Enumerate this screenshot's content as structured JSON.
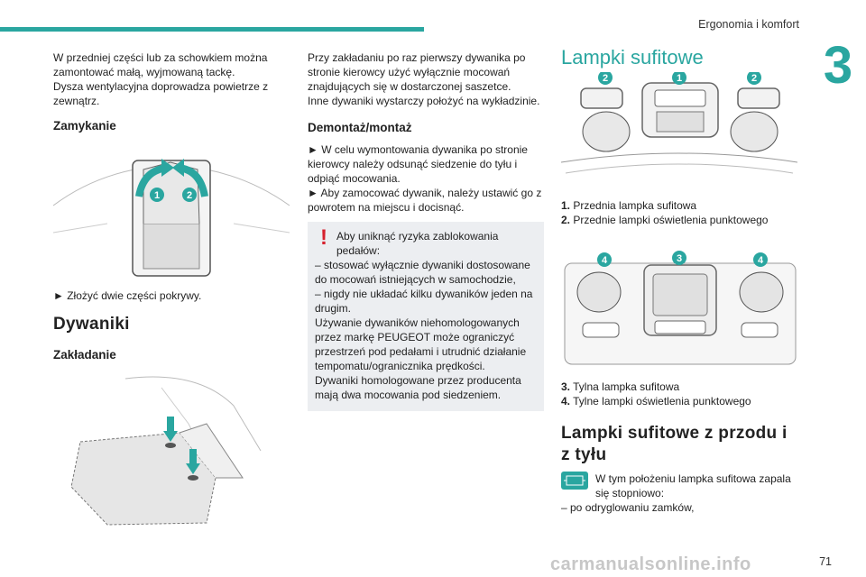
{
  "header": {
    "section": "Ergonomia i komfort",
    "chapter": "3"
  },
  "footer": {
    "page": "71",
    "watermark": "carmanualsonline.info"
  },
  "col1": {
    "intro1": "W przedniej części lub za schowkiem można zamontować małą, wyjmowaną tackę.",
    "intro2": "Dysza wentylacyjna doprowadza powietrze z zewnątrz.",
    "h_close": "Zamykanie",
    "close_step": "► Złożyć dwie części pokrywy.",
    "h_mats": "Dywaniki",
    "h_fit": "Zakładanie"
  },
  "col2": {
    "p1": "Przy zakładaniu po raz pierwszy dywanika po stronie kierowcy użyć wyłącznie mocowań znajdujących się w dostarczonej saszetce.",
    "p2": "Inne dywaniki wystarczy położyć na wykładzinie.",
    "h_remove": "Demontaż/montaż",
    "s1": "► W celu wymontowania dywanika po stronie kierowcy należy odsunąć siedzenie do tyłu i odpiąć mocowania.",
    "s2": "► Aby zamocować dywanik, należy ustawić go z powrotem na miejscu i docisnąć.",
    "warning": {
      "mark": "!",
      "l1": "Aby uniknąć ryzyka zablokowania pedałów:",
      "l2": "– stosować wyłącznie dywaniki dostosowane do mocowań istniejących w samochodzie,",
      "l3": "– nigdy nie układać kilku dywaników jeden na drugim.",
      "l4": "Używanie dywaników niehomologowanych przez markę PEUGEOT może ograniczyć przestrzeń pod pedałami i utrudnić działanie tempomatu/ogranicznika prędkości.",
      "l5": "Dywaniki homologowane przez producenta mają dwa mocowania pod siedzeniem."
    }
  },
  "col3": {
    "title": "Lampki sufitowe",
    "item1_num": "1.",
    "item1": "Przednia lampka sufitowa",
    "item2_num": "2.",
    "item2": "Przednie lampki oświetlenia punktowego",
    "item3_num": "3.",
    "item3": "Tylna lampka sufitowa",
    "item4_num": "4.",
    "item4": "Tylne lampki oświetlenia punktowego",
    "h_front_rear": "Lampki sufitowe z przodu i z tyłu",
    "p1": "W tym położeniu lampka sufitowa zapala się stopniowo:",
    "p2": "– po odryglowaniu zamków,"
  },
  "callouts": {
    "c1": "1",
    "c2": "2",
    "c3": "3",
    "c4": "4"
  },
  "colors": {
    "accent": "#2aa6a0",
    "warning": "#d6212e",
    "box": "#eceef1"
  }
}
